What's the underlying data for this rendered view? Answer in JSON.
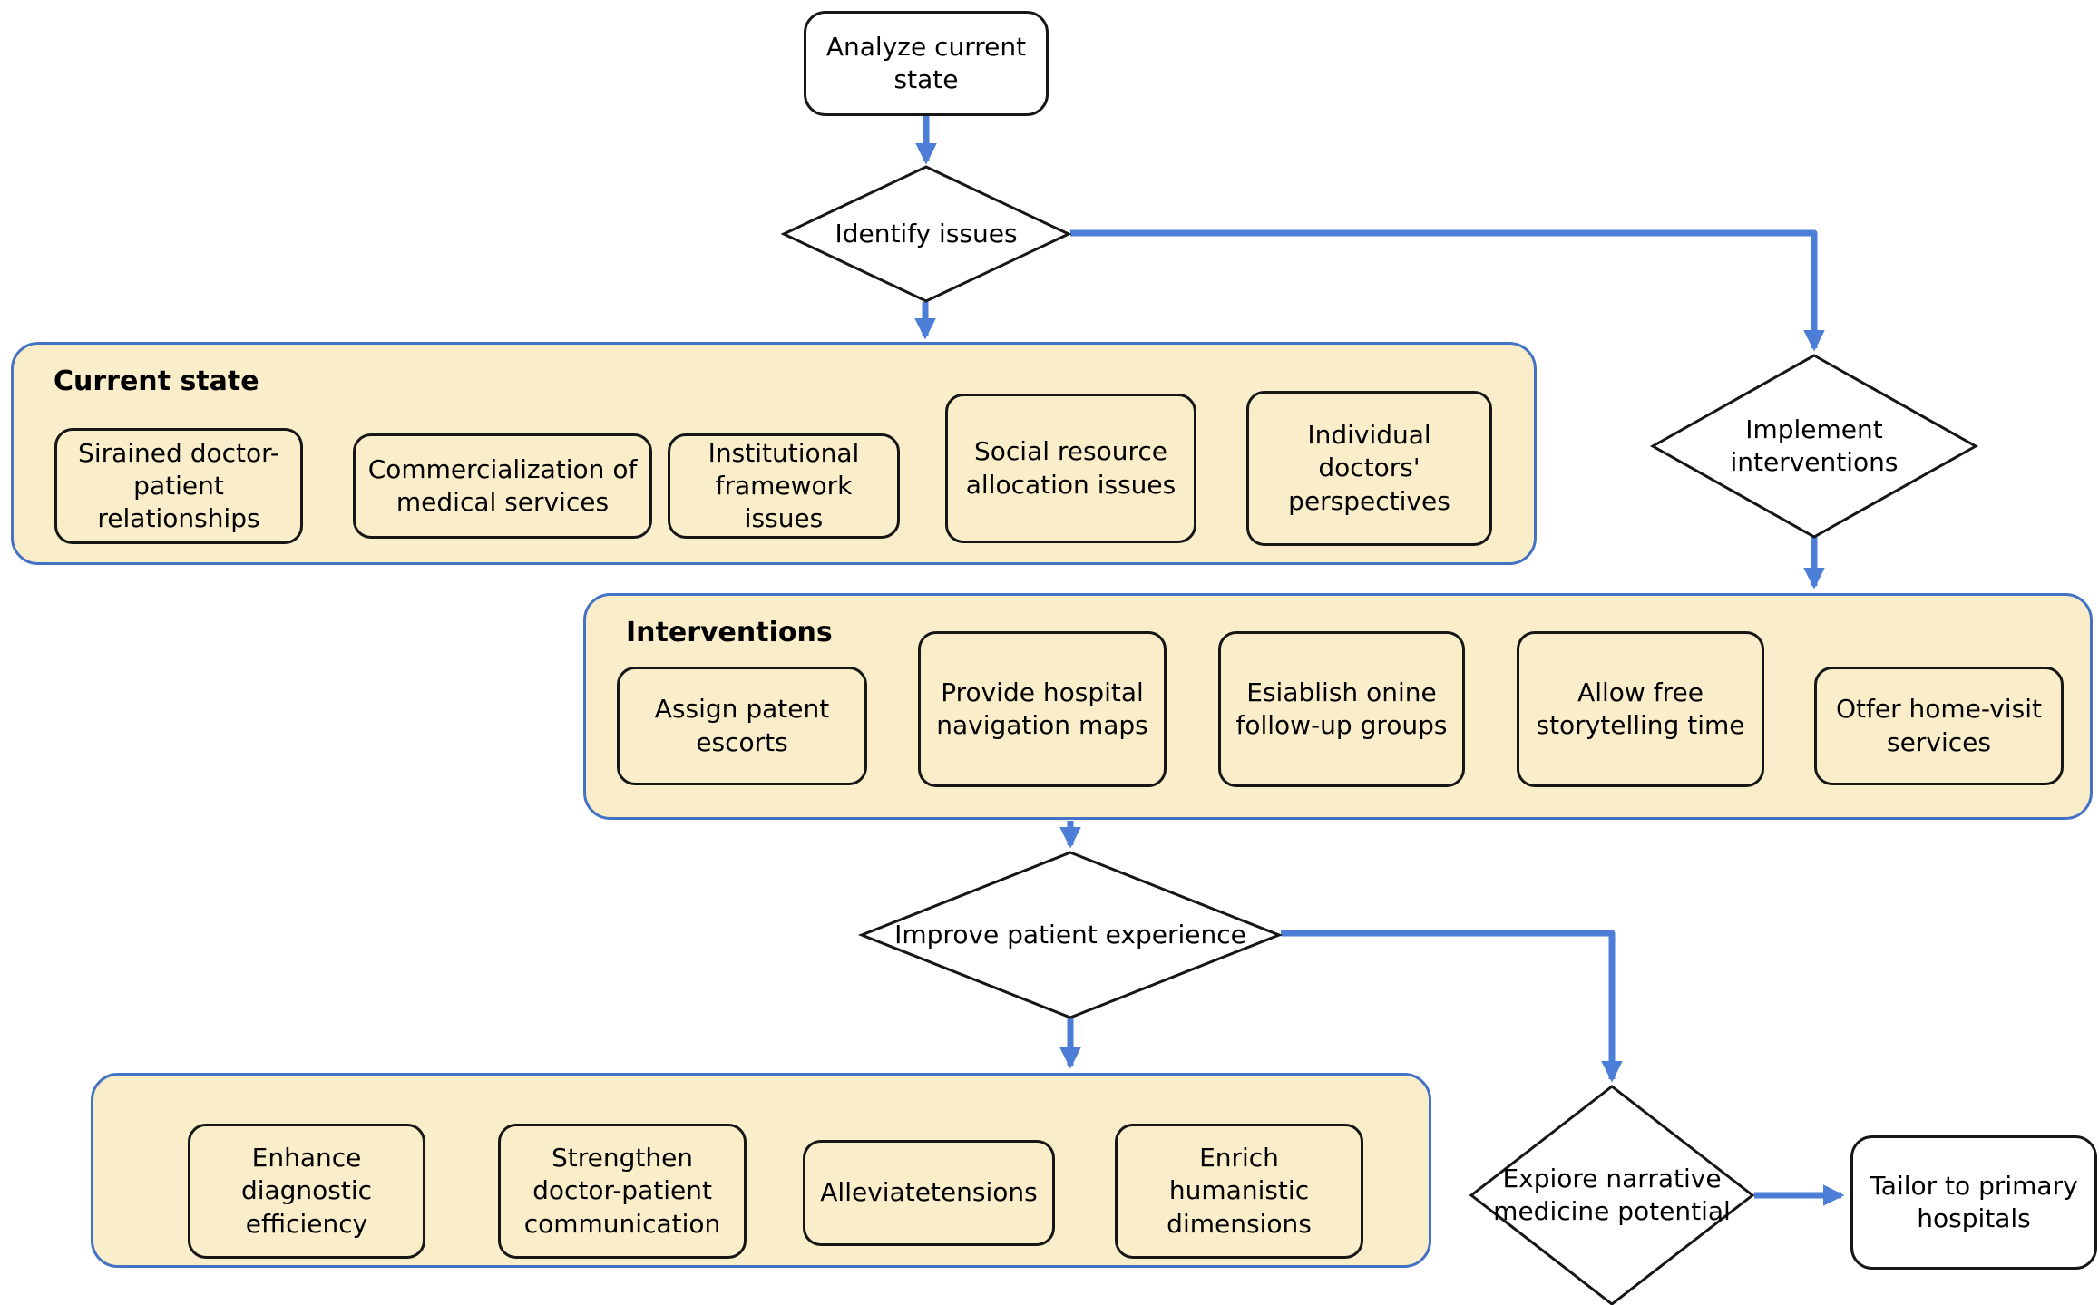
{
  "theme": {
    "group_fill": "#FAEECA",
    "group_border": "#4472C4",
    "arrow": "#4C7ED8",
    "node_border": "#161616",
    "node_fill_plain": "#FFFFFF"
  },
  "nodes": {
    "analyze": "Analyze current state",
    "identify": "Identify issues",
    "implement": "Implement interventions",
    "improve": "Improve patient experience",
    "explore": "Expiore narrative medicine potential",
    "tailor": "Tailor to primary hospitals"
  },
  "groups": {
    "current_state": {
      "title": "Current state",
      "items": [
        "Sirained doctor-patient relationships",
        "Commercialization of medical services",
        "Institutional framework issues",
        "Social resource allocation issues",
        "Individual doctors' perspectives"
      ]
    },
    "interventions": {
      "title": "Interventions",
      "items": [
        "Assign patent escorts",
        "Provide hospital navigation maps",
        "Esiablish onine follow-up groups",
        "Allow free storytelling time",
        "Otfer home-visit services"
      ]
    },
    "outcomes": {
      "title": "",
      "items": [
        "Enhance diagnostic efficiency",
        "Strengthen doctor-patient communication",
        "Alleviatetensions",
        "Enrich humanistic dimensions"
      ]
    }
  }
}
